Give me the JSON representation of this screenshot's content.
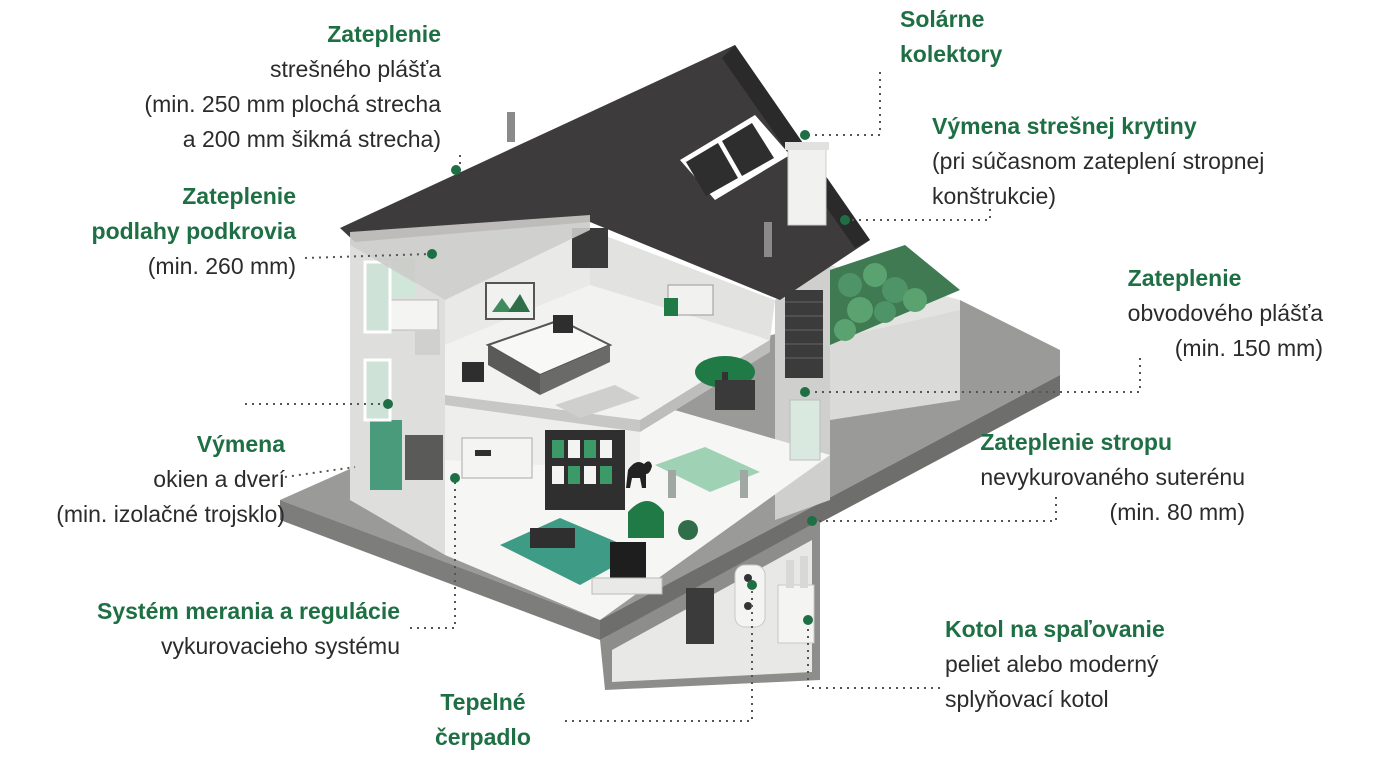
{
  "labels": {
    "roof_insulation": {
      "title": "Zateplenie",
      "lines": [
        "strešného plášťa",
        "(min. 250 mm plochá strecha",
        "a 200 mm šikmá strecha)"
      ]
    },
    "attic_floor": {
      "title_lines": [
        "Zateplenie",
        "podlahy podkrovia"
      ],
      "lines": [
        "(min. 260 mm)"
      ]
    },
    "windows": {
      "title": "Výmena",
      "lines": [
        "okien a dverí",
        "(min. izolačné trojsklo)"
      ]
    },
    "regulation": {
      "title": "Systém merania a regulácie",
      "lines": [
        "vykurovacieho systému"
      ]
    },
    "heat_pump": {
      "title_lines": [
        "Tepelné",
        "čerpadlo"
      ]
    },
    "solar": {
      "title_lines": [
        "Solárne",
        "kolektory"
      ]
    },
    "roof_cover": {
      "title": "Výmena strešnej krytiny",
      "lines": [
        "(pri súčasnom zateplení stropnej",
        "konštrukcie)"
      ]
    },
    "walls": {
      "title": "Zateplenie",
      "lines": [
        "obvodového plášťa",
        "(min. 150 mm)"
      ]
    },
    "basement_ceiling": {
      "title": "Zateplenie stropu",
      "lines": [
        "nevykurovaného suterénu",
        "(min. 80 mm)"
      ]
    },
    "boiler": {
      "title": "Kotol na spaľovanie",
      "lines": [
        "peliet alebo moderný",
        "splyňovací kotol"
      ]
    }
  },
  "colors": {
    "accent_green": "#1f6f44",
    "roof_dark": "#3d3b3b",
    "wall_light": "#e6e6e4",
    "base_gray": "#8a8a88",
    "leader_dots": "#555555"
  }
}
